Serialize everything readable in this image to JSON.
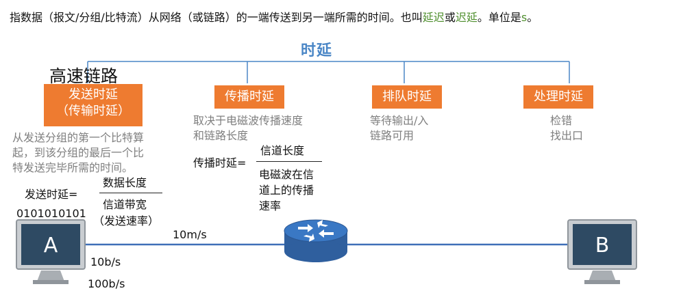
{
  "intro": {
    "before": "指数据（报文/分组/比特流）从网络（或链路）的一端传送到另一端所需的时间。也叫",
    "term1": "延迟",
    "mid": "或",
    "term2": "迟延",
    "after": "。单位是",
    "unit": "s",
    "end": "。"
  },
  "title": "时延",
  "high_speed_link": "高速链路",
  "delays": [
    {
      "line1": "发送时延",
      "line2": "（传输时延）"
    },
    {
      "line1": "传播时延"
    },
    {
      "line1": "排队时延"
    },
    {
      "line1": "处理时延"
    }
  ],
  "transmission": {
    "desc1": "从发送分组的第一个比特算",
    "desc2": "起，到该分组的最后一个比",
    "desc3": "特发送完毕所需的时间。",
    "formula_label": "发送时延=",
    "numerator": "数据长度",
    "denominator1": "信道带宽",
    "denominator2": "（发送速率）",
    "bits": "0101010101"
  },
  "propagation": {
    "desc1": "取决于电磁波传播速度",
    "desc2": "和链路长度",
    "formula_label": "传播时延=",
    "numerator": "信道长度",
    "denominator1": "电磁波在信",
    "denominator2": "道上的传播",
    "denominator3": "速率"
  },
  "queuing": {
    "desc1": "等待输出/入",
    "desc2": "链路可用"
  },
  "processing": {
    "desc1": "检错",
    "desc2": "找出口"
  },
  "link": {
    "speed_top": "10m/s",
    "rate1": "10b/s",
    "rate2": "100b/s"
  },
  "hosts": {
    "left": "A",
    "right": "B"
  },
  "colors": {
    "accent_orange": "#ee7b30",
    "title_blue": "#4a86c6",
    "grey_text": "#7f7f7f",
    "term_green": "#4f8f2e"
  }
}
